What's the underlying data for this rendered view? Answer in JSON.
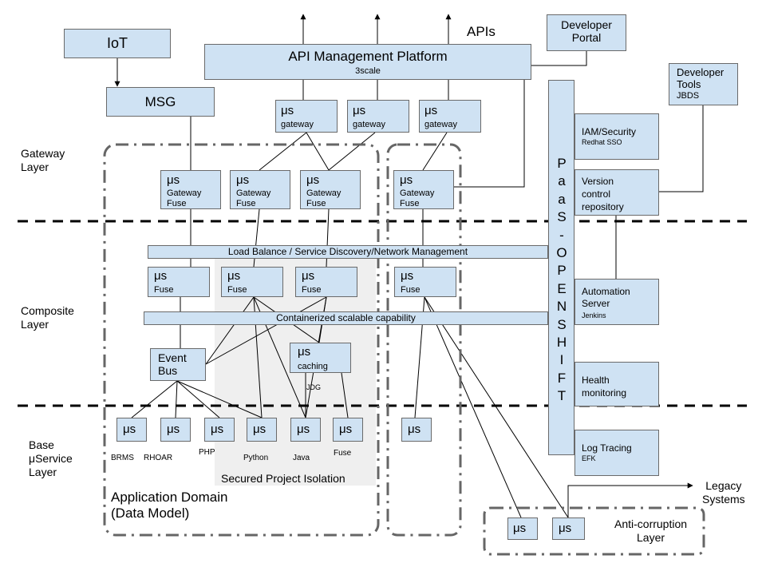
{
  "layers": {
    "gateway": [
      "Gateway",
      "Layer"
    ],
    "composite": [
      "Composite",
      "Layer"
    ],
    "base": [
      "Base",
      "μService",
      "Layer"
    ]
  },
  "top": {
    "iot": "IoT",
    "msg": "MSG",
    "apis": "APIs",
    "api_mgmt_title": "API Management Platform",
    "api_mgmt_sub": "3scale",
    "dev_portal": [
      "Developer",
      "Portal"
    ],
    "dev_tools": [
      "Developer",
      "Tools",
      "JBDS"
    ]
  },
  "gateways": [
    {
      "mu": "μs",
      "sub": "gateway"
    },
    {
      "mu": "μs",
      "sub": "gateway"
    },
    {
      "mu": "μs",
      "sub": "gateway"
    }
  ],
  "gateway_fuse": [
    {
      "mu": "μs",
      "l1": "Gateway",
      "l2": "Fuse"
    },
    {
      "mu": "μs",
      "l1": "Gateway",
      "l2": "Fuse"
    },
    {
      "mu": "μs",
      "l1": "Gateway",
      "l2": "Fuse"
    },
    {
      "mu": "μs",
      "l1": "Gateway",
      "l2": "Fuse"
    }
  ],
  "bars": {
    "load_balance": "Load Balance / Service Discovery/Network Management",
    "containerized": "Containerized scalable capability"
  },
  "composite_fuse": [
    {
      "mu": "μs",
      "sub": "Fuse"
    },
    {
      "mu": "μs",
      "sub": "Fuse"
    },
    {
      "mu": "μs",
      "sub": "Fuse"
    },
    {
      "mu": "μs",
      "sub": "Fuse"
    }
  ],
  "event_bus": [
    "Event",
    "Bus"
  ],
  "caching": {
    "mu": "μs",
    "sub": "caching",
    "under": "JDG"
  },
  "base_services": [
    {
      "mu": "μs",
      "label": "BRMS"
    },
    {
      "mu": "μs",
      "label": "RHOAR"
    },
    {
      "mu": "μs",
      "label": "PHP"
    },
    {
      "mu": "μs",
      "label": "Python"
    },
    {
      "mu": "μs",
      "label": "Java"
    },
    {
      "mu": "μs",
      "label": "Fuse"
    },
    {
      "mu": "μs",
      "label": ""
    }
  ],
  "secured": "Secured Project Isolation",
  "app_domain": [
    "Application Domain",
    "(Data Model)"
  ],
  "paas": [
    "P",
    "a",
    "a",
    "S",
    "-",
    "O",
    "P",
    "E",
    "N",
    "S",
    "H",
    "I",
    "F",
    "T"
  ],
  "right_panels": [
    {
      "title": [
        "IAM/Security"
      ],
      "sub": "Redhat SSO"
    },
    {
      "title": [
        "Version",
        "control",
        "repository"
      ],
      "sub": ""
    },
    {
      "title": [
        "Automation",
        "Server"
      ],
      "sub": "Jenkins"
    },
    {
      "title": [
        "Health",
        "monitoring"
      ],
      "sub": ""
    },
    {
      "title": [
        "Log Tracing"
      ],
      "sub": "EFK"
    }
  ],
  "anti_corruption": {
    "services": [
      "μs",
      "μs"
    ],
    "label": [
      "Anti-corruption",
      "Layer"
    ],
    "legacy": [
      "Legacy",
      "Systems"
    ]
  },
  "colors": {
    "box_fill": "#cfe2f3",
    "box_border": "#6a6a6a",
    "isolation_fill": "#efefef",
    "dash": "#666666"
  }
}
